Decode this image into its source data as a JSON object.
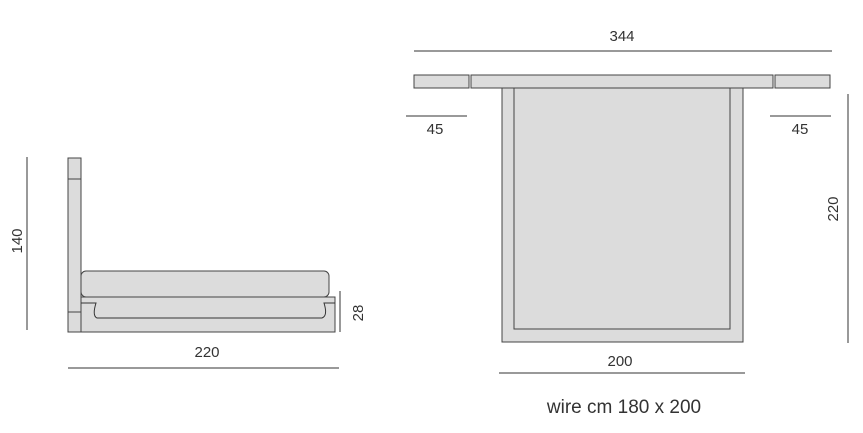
{
  "side_view": {
    "height_label": "140",
    "length_label": "220",
    "base_label": "28"
  },
  "top_view": {
    "overall_width_label": "344",
    "left_wing_label": "45",
    "right_wing_label": "45",
    "depth_label": "220",
    "mattress_width_label": "200"
  },
  "caption": "wire cm 180 x 200"
}
